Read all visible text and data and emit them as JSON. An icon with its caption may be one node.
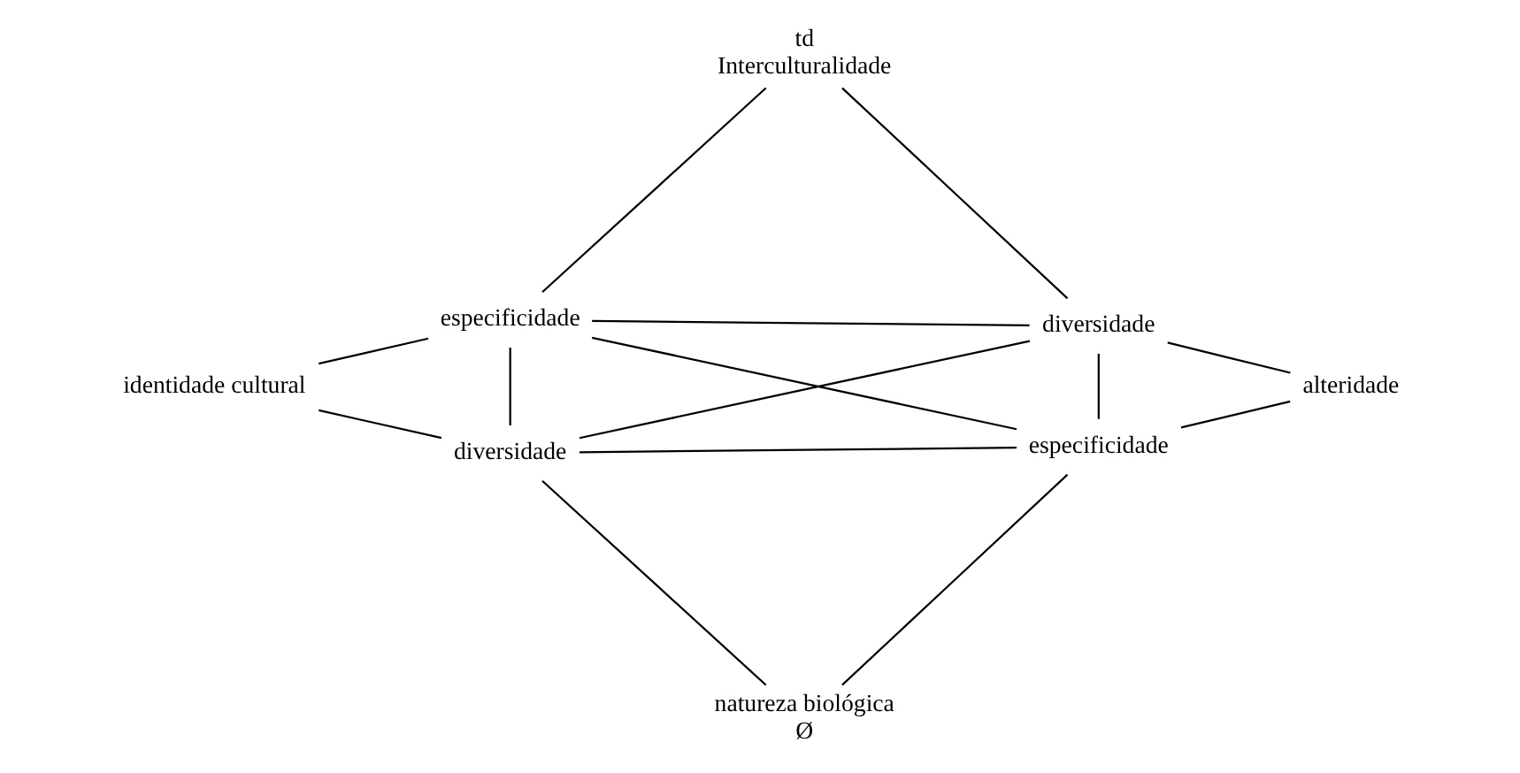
{
  "diagram": {
    "nodes": [
      {
        "text": [
          "td",
          "Interculturalidade"
        ]
      },
      {
        "text": [
          "especificidade"
        ]
      },
      {
        "text": [
          "diversidade"
        ]
      },
      {
        "text": [
          "identidade cultural"
        ]
      },
      {
        "text": [
          "alteridade"
        ]
      },
      {
        "text": [
          "diversidade"
        ]
      },
      {
        "text": [
          "especificidade"
        ]
      },
      {
        "text": [
          "natureza biológica",
          "Ø"
        ]
      }
    ],
    "edges": [
      {
        "from": 1,
        "to": 0,
        "arrow": "none"
      },
      {
        "from": 0,
        "to": 2,
        "arrow": "none"
      },
      {
        "from": 3,
        "to": 1,
        "arrow": "none"
      },
      {
        "from": 2,
        "to": 4,
        "arrow": "none"
      },
      {
        "from": 1,
        "to": 2,
        "arrow": "none"
      },
      {
        "from": 1,
        "to": 6,
        "arrow": "none"
      },
      {
        "from": 5,
        "to": 2,
        "arrow": "none"
      },
      {
        "from": 1,
        "to": 5,
        "arrow": "none"
      },
      {
        "from": 2,
        "to": 6,
        "arrow": "none"
      },
      {
        "from": 3,
        "to": 5,
        "arrow": "none"
      },
      {
        "from": 6,
        "to": 4,
        "arrow": "none"
      },
      {
        "from": 5,
        "to": 6,
        "arrow": "none"
      },
      {
        "from": 5,
        "to": 7,
        "arrow": "none"
      },
      {
        "from": 7,
        "to": 6,
        "arrow": "none"
      }
    ]
  }
}
